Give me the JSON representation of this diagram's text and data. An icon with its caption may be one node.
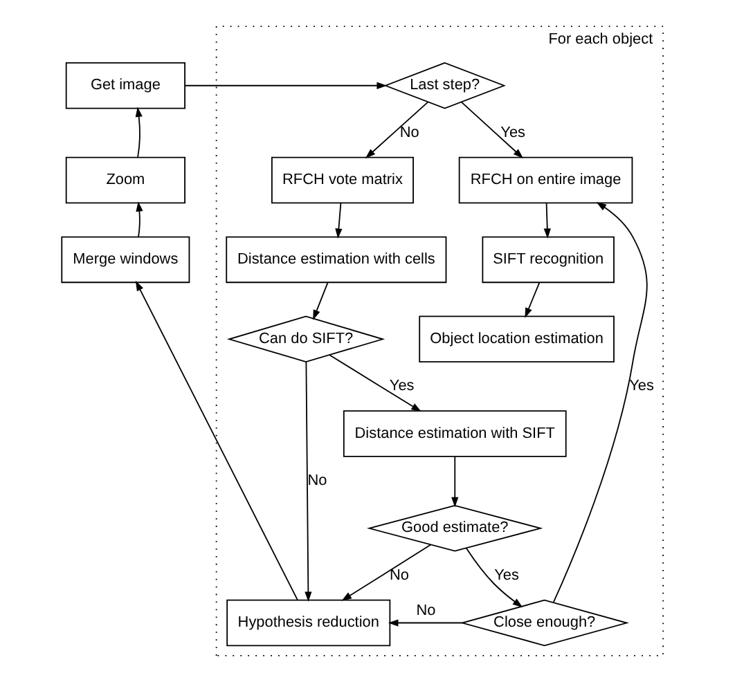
{
  "diagram": {
    "nodes": [
      {
        "text": [
          "Get image"
        ]
      },
      {
        "text": [
          "Zoom"
        ]
      },
      {
        "text": [
          "Merge windows"
        ]
      },
      {
        "text": [
          "For each object"
        ]
      },
      {
        "text": [
          "Last step?"
        ],
        "in": 3
      },
      {
        "text": [
          "RFCH vote matrix"
        ],
        "in": 3
      },
      {
        "text": [
          "RFCH on entire image"
        ],
        "in": 3
      },
      {
        "text": [
          "Distance estimation with cells"
        ],
        "in": 3
      },
      {
        "text": [
          "SIFT recognition"
        ],
        "in": 3
      },
      {
        "text": [
          "Distance estimation with SIFT"
        ],
        "in": 3
      },
      {
        "text": [
          "Can do SIFT?"
        ],
        "in": 3
      },
      {
        "text": [
          "Object location estimation"
        ],
        "in": 3
      },
      {
        "text": [
          "Good estimate?"
        ],
        "in": 3
      },
      {
        "text": [
          "Hypothesis reduction"
        ],
        "in": 3
      },
      {
        "text": [
          "Close enough?"
        ],
        "in": 3
      }
    ],
    "edges": [
      {
        "from": 0,
        "to": 4,
        "arrow": "to"
      },
      {
        "from": 4,
        "to": 5,
        "arrow": "to",
        "label": "No"
      },
      {
        "from": 4,
        "to": 6,
        "arrow": "to",
        "label": "Yes"
      },
      {
        "from": 5,
        "to": 7,
        "arrow": "to"
      },
      {
        "from": 6,
        "to": 8,
        "arrow": "to"
      },
      {
        "from": 8,
        "to": 11,
        "arrow": "to"
      },
      {
        "from": 7,
        "to": 10,
        "arrow": "to"
      },
      {
        "from": 10,
        "to": 9,
        "arrow": "to",
        "label": "Yes"
      },
      {
        "from": 10,
        "to": 13,
        "arrow": "to",
        "label": "No"
      },
      {
        "from": 9,
        "to": 12,
        "arrow": "to"
      },
      {
        "from": 12,
        "to": 13,
        "arrow": "to",
        "label": "No"
      },
      {
        "from": 12,
        "to": 14,
        "arrow": "to",
        "label": "Yes"
      },
      {
        "from": 14,
        "to": 13,
        "arrow": "to",
        "label": "No"
      },
      {
        "from": 14,
        "to": 6,
        "arrow": "to",
        "label": "Yes"
      },
      {
        "from": 13,
        "to": 2,
        "arrow": "to"
      },
      {
        "from": 2,
        "to": 1,
        "arrow": "to"
      },
      {
        "from": 1,
        "to": 0,
        "arrow": "to"
      }
    ]
  }
}
